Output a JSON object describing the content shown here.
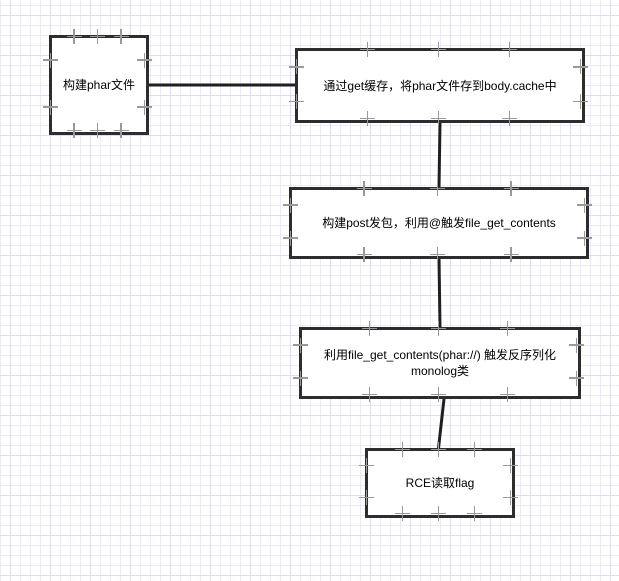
{
  "diagram": {
    "type": "flowchart",
    "nodes": [
      {
        "id": "build-phar",
        "label": "构建phar文件"
      },
      {
        "id": "get-cache-store",
        "label": "通过get缓存，将phar文件存到body.cache中"
      },
      {
        "id": "post-trigger-fgc",
        "label": "构建post发包，利用@触发file_get_contents"
      },
      {
        "id": "phar-deserialize",
        "label": "利用file_get_contents(phar://) 触发反序列化\nmonolog类"
      },
      {
        "id": "rce-read-flag",
        "label": "RCE读取flag"
      }
    ],
    "connectors": [
      {
        "from": "build-phar",
        "to": "get-cache-store"
      },
      {
        "from": "get-cache-store",
        "to": "post-trigger-fgc"
      },
      {
        "from": "post-trigger-fgc",
        "to": "phar-deserialize"
      },
      {
        "from": "phar-deserialize",
        "to": "rce-read-flag"
      }
    ],
    "colors": {
      "node_border": "#2d2d2d",
      "connector": "#1f1f1f",
      "anchor": "#999999",
      "grid_minor": "#ebebf7",
      "grid_major": "#dddcf0",
      "canvas_background": "#ffffff",
      "text": "#000000"
    }
  }
}
